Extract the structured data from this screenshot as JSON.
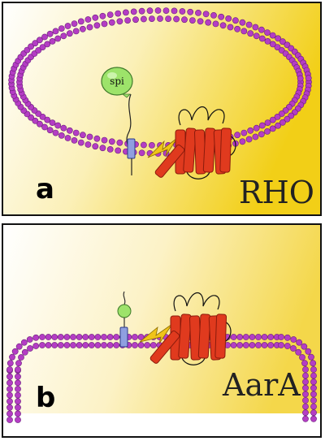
{
  "panels": [
    {
      "id": "a",
      "letter": "a",
      "protein_name": "RHO",
      "ligand_label": "spi",
      "membrane": "closed-vesicle",
      "background_gradient": [
        "#ffffff",
        "#f7e37a",
        "#f2cf17"
      ]
    },
    {
      "id": "b",
      "letter": "b",
      "protein_name": "AarA",
      "ligand_label": "",
      "membrane": "cell-envelope",
      "background_gradient": [
        "#ffffff",
        "#f7e8a0",
        "#f4d74a"
      ]
    }
  ],
  "colors": {
    "lipid_head": "#b43dc4",
    "lipid_head_edge": "#6b1f7a",
    "helix": "#e03a1e",
    "helix_edge": "#8a1b0c",
    "balloon": "#9de36a",
    "balloon_edge": "#3f7a2a",
    "anchor": "#8f9fe0",
    "lightning": "#f0c419"
  }
}
